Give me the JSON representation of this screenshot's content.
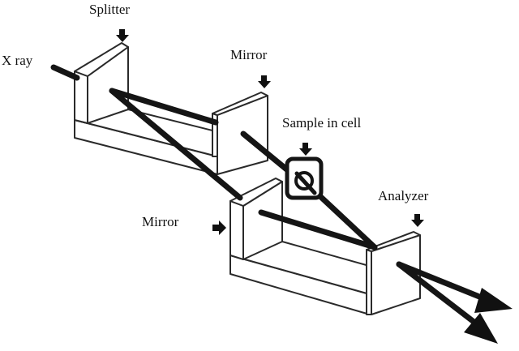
{
  "labels": {
    "splitter": "Splitter",
    "xray": "X ray",
    "mirror_top": "Mirror",
    "sample": "Sample in cell",
    "mirror_bottom": "Mirror",
    "analyzer": "Analyzer"
  },
  "colors": {
    "ink": "#111111",
    "outline": "#2a2a2a",
    "background": "#ffffff"
  }
}
